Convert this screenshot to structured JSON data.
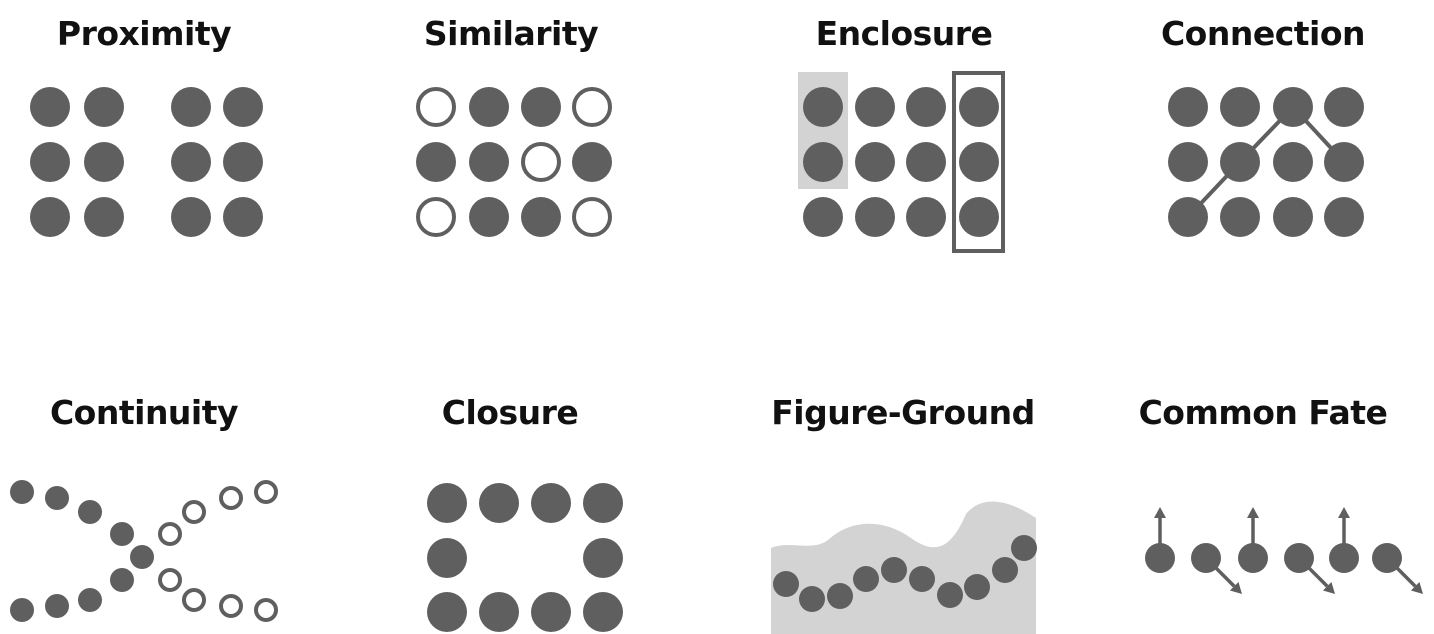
{
  "figure": {
    "colors": {
      "dot": "#5f5f5f",
      "stroke": "#5f5f5f",
      "shade": "#d3d3d3",
      "background": "#ffffff",
      "title": "#111111"
    },
    "panels": [
      {
        "id": "proximity",
        "title": "Proximity"
      },
      {
        "id": "similarity",
        "title": "Similarity"
      },
      {
        "id": "enclosure",
        "title": "Enclosure"
      },
      {
        "id": "connection",
        "title": "Connection"
      },
      {
        "id": "continuity",
        "title": "Continuity"
      },
      {
        "id": "closure",
        "title": "Closure"
      },
      {
        "id": "figure-ground",
        "title": "Figure-Ground"
      },
      {
        "id": "common-fate",
        "title": "Common Fate"
      }
    ]
  }
}
